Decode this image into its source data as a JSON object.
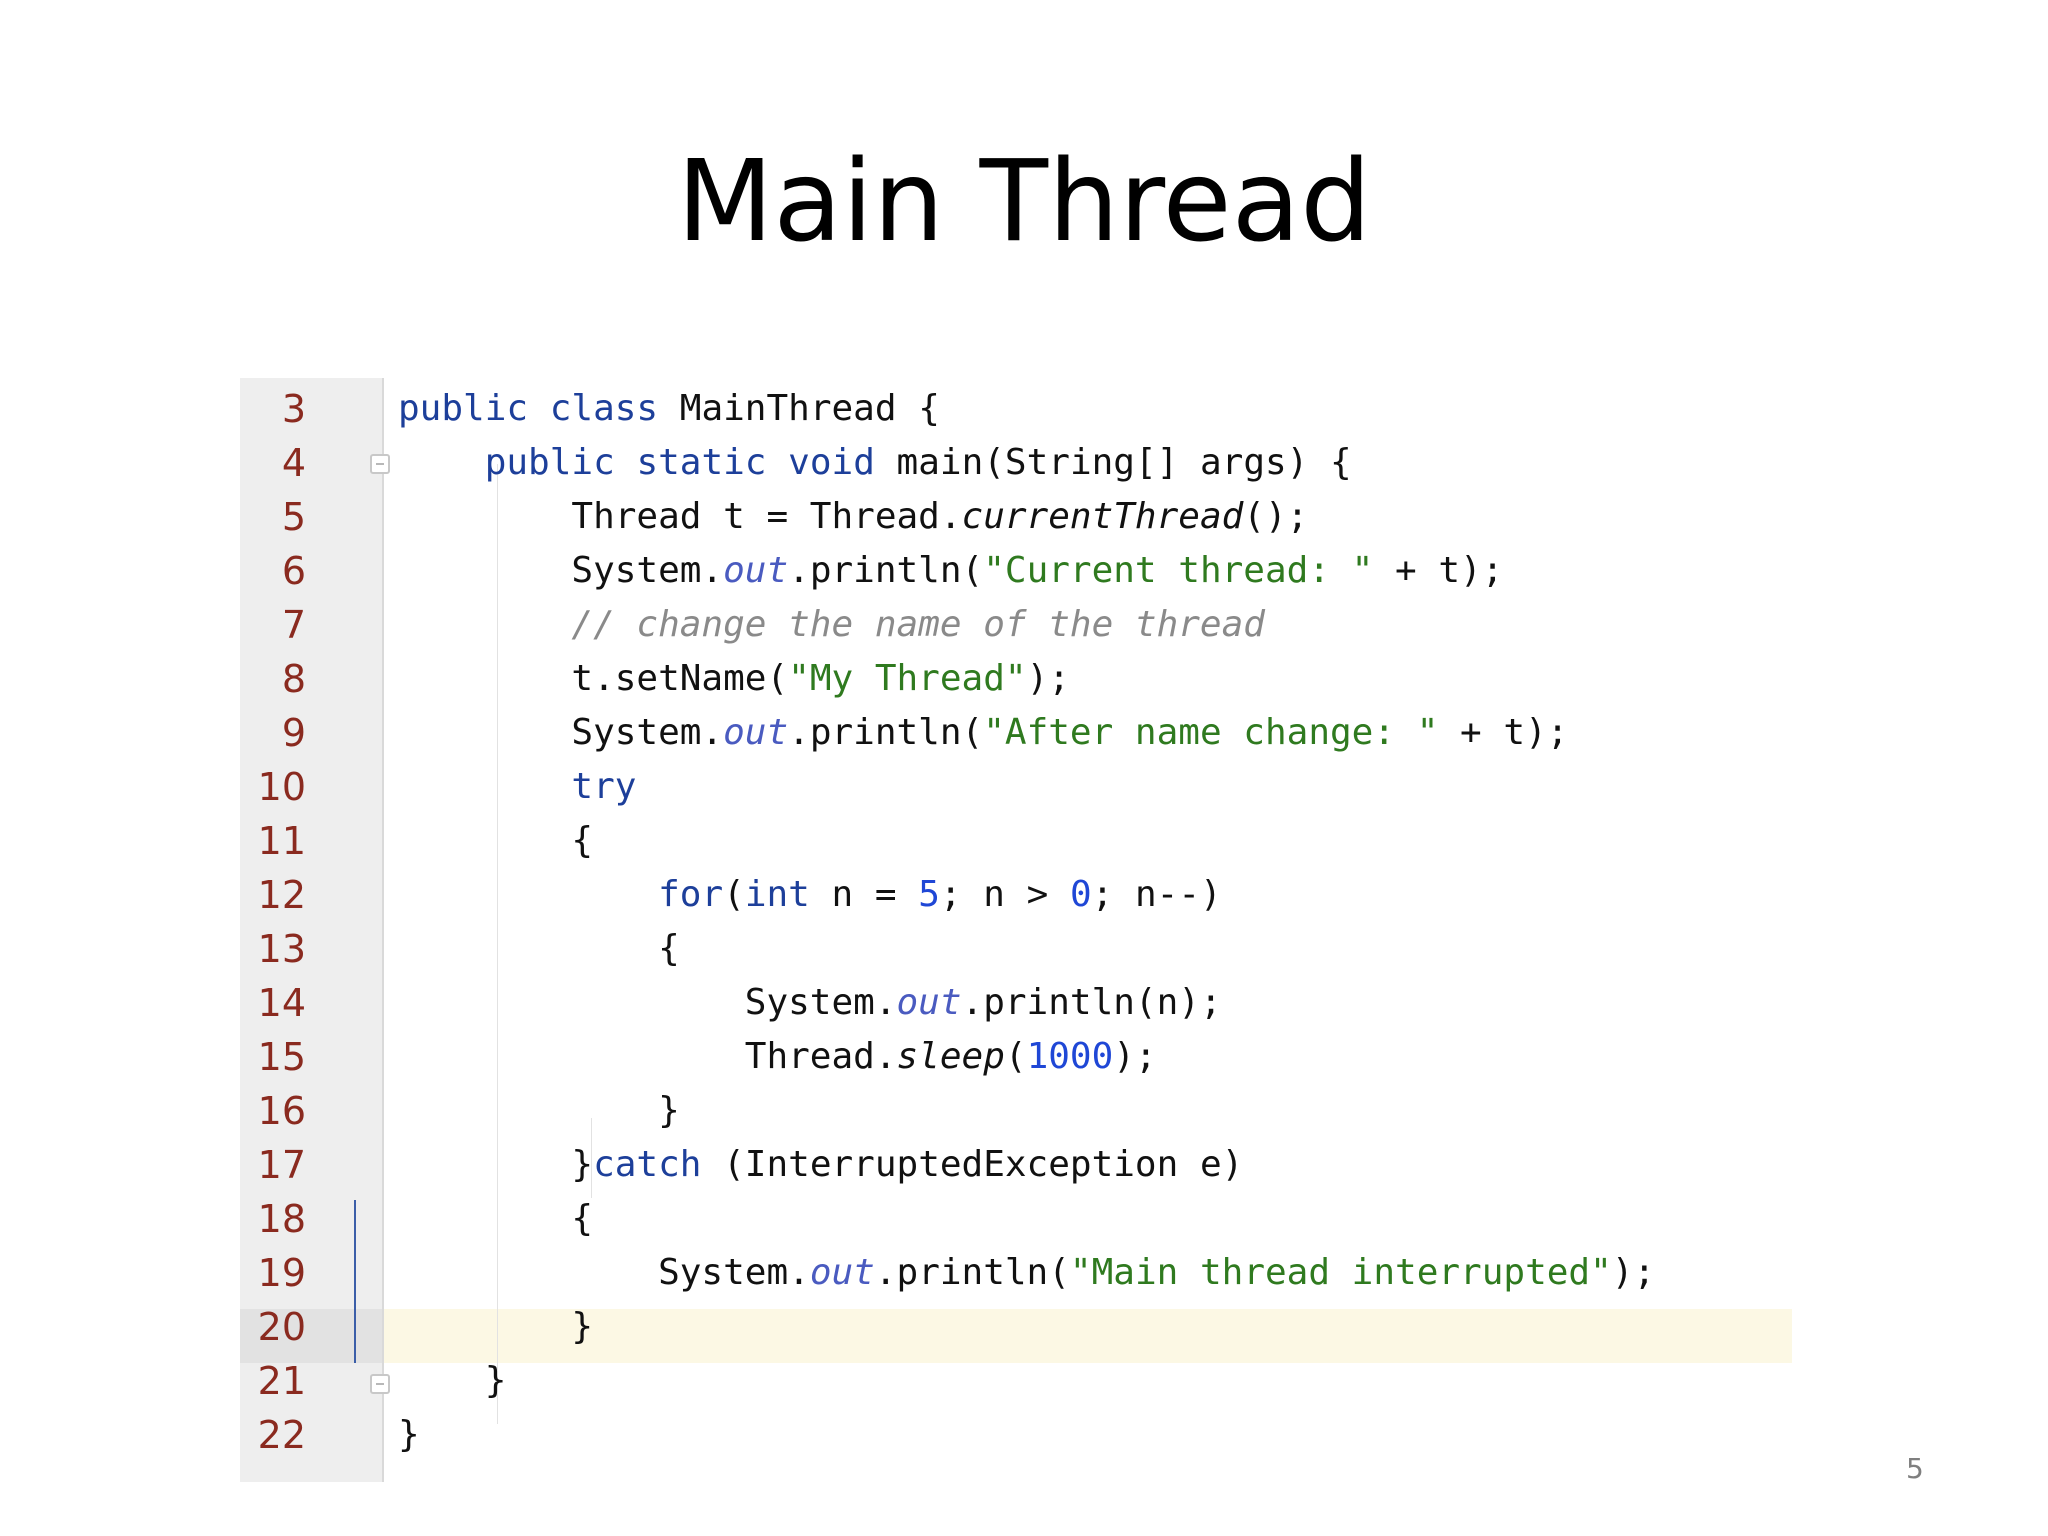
{
  "slide": {
    "title": "Main Thread",
    "page_number": "5"
  },
  "editor": {
    "current_line_number": "20",
    "lines": [
      {
        "number": "3",
        "tokens": [
          {
            "t": "public",
            "c": "kw"
          },
          {
            "t": " "
          },
          {
            "t": "class",
            "c": "kw"
          },
          {
            "t": " MainThread {"
          }
        ]
      },
      {
        "number": "4",
        "tokens": [
          {
            "t": "    "
          },
          {
            "t": "public",
            "c": "kw"
          },
          {
            "t": " "
          },
          {
            "t": "static",
            "c": "kw"
          },
          {
            "t": " "
          },
          {
            "t": "void",
            "c": "kw"
          },
          {
            "t": " main(String[] args) {"
          }
        ]
      },
      {
        "number": "5",
        "tokens": [
          {
            "t": "        Thread t = Thread."
          },
          {
            "t": "currentThread",
            "c": "ital"
          },
          {
            "t": "();"
          }
        ]
      },
      {
        "number": "6",
        "tokens": [
          {
            "t": "        System."
          },
          {
            "t": "out",
            "c": "fld"
          },
          {
            "t": ".println("
          },
          {
            "t": "\"Current thread: \"",
            "c": "str"
          },
          {
            "t": " + t);"
          }
        ]
      },
      {
        "number": "7",
        "tokens": [
          {
            "t": "        "
          },
          {
            "t": "// change the name of the thread",
            "c": "cmt"
          }
        ]
      },
      {
        "number": "8",
        "tokens": [
          {
            "t": "        t.setName("
          },
          {
            "t": "\"My Thread\"",
            "c": "str"
          },
          {
            "t": ");"
          }
        ]
      },
      {
        "number": "9",
        "tokens": [
          {
            "t": "        System."
          },
          {
            "t": "out",
            "c": "fld"
          },
          {
            "t": ".println("
          },
          {
            "t": "\"After name change: \"",
            "c": "str"
          },
          {
            "t": " + t);"
          }
        ]
      },
      {
        "number": "10",
        "tokens": [
          {
            "t": "        "
          },
          {
            "t": "try",
            "c": "kw"
          }
        ]
      },
      {
        "number": "11",
        "tokens": [
          {
            "t": "        {"
          }
        ]
      },
      {
        "number": "12",
        "tokens": [
          {
            "t": "            "
          },
          {
            "t": "for",
            "c": "kw"
          },
          {
            "t": "("
          },
          {
            "t": "int",
            "c": "kw"
          },
          {
            "t": " n = "
          },
          {
            "t": "5",
            "c": "num"
          },
          {
            "t": "; n > "
          },
          {
            "t": "0",
            "c": "num"
          },
          {
            "t": "; n--)"
          }
        ]
      },
      {
        "number": "13",
        "tokens": [
          {
            "t": "            {"
          }
        ]
      },
      {
        "number": "14",
        "tokens": [
          {
            "t": "                System."
          },
          {
            "t": "out",
            "c": "fld"
          },
          {
            "t": ".println(n);"
          }
        ]
      },
      {
        "number": "15",
        "tokens": [
          {
            "t": "                Thread."
          },
          {
            "t": "sleep",
            "c": "ital"
          },
          {
            "t": "("
          },
          {
            "t": "1000",
            "c": "num"
          },
          {
            "t": ");"
          }
        ]
      },
      {
        "number": "16",
        "tokens": [
          {
            "t": "            }"
          }
        ]
      },
      {
        "number": "17",
        "tokens": [
          {
            "t": "        }"
          },
          {
            "t": "catch",
            "c": "kw"
          },
          {
            "t": " (InterruptedException e)"
          }
        ]
      },
      {
        "number": "18",
        "tokens": [
          {
            "t": "        {"
          }
        ]
      },
      {
        "number": "19",
        "tokens": [
          {
            "t": "            System."
          },
          {
            "t": "out",
            "c": "fld"
          },
          {
            "t": ".println("
          },
          {
            "t": "\"Main thread interrupted\"",
            "c": "str"
          },
          {
            "t": ");"
          }
        ]
      },
      {
        "number": "20",
        "tokens": [
          {
            "t": "        }"
          }
        ]
      },
      {
        "number": "21",
        "tokens": [
          {
            "t": "    }"
          }
        ]
      },
      {
        "number": "22",
        "tokens": [
          {
            "t": "}"
          }
        ]
      }
    ]
  }
}
